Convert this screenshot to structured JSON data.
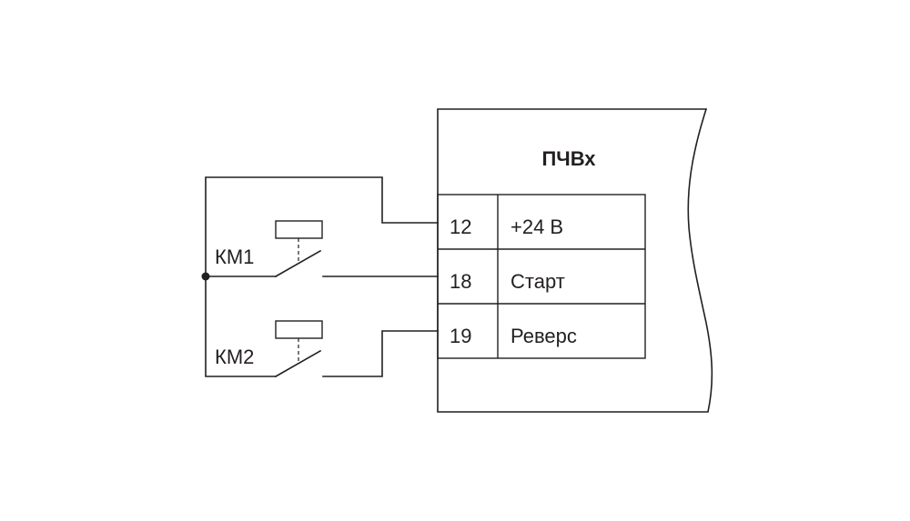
{
  "device": {
    "title": "ПЧВх",
    "terminals": [
      {
        "number": "12",
        "label": "+24 В"
      },
      {
        "number": "18",
        "label": "Старт"
      },
      {
        "number": "19",
        "label": "Реверс"
      }
    ]
  },
  "contacts": [
    {
      "label": "КМ1"
    },
    {
      "label": "КМ2"
    }
  ],
  "colors": {
    "line": "#231f20",
    "background": "#ffffff"
  }
}
